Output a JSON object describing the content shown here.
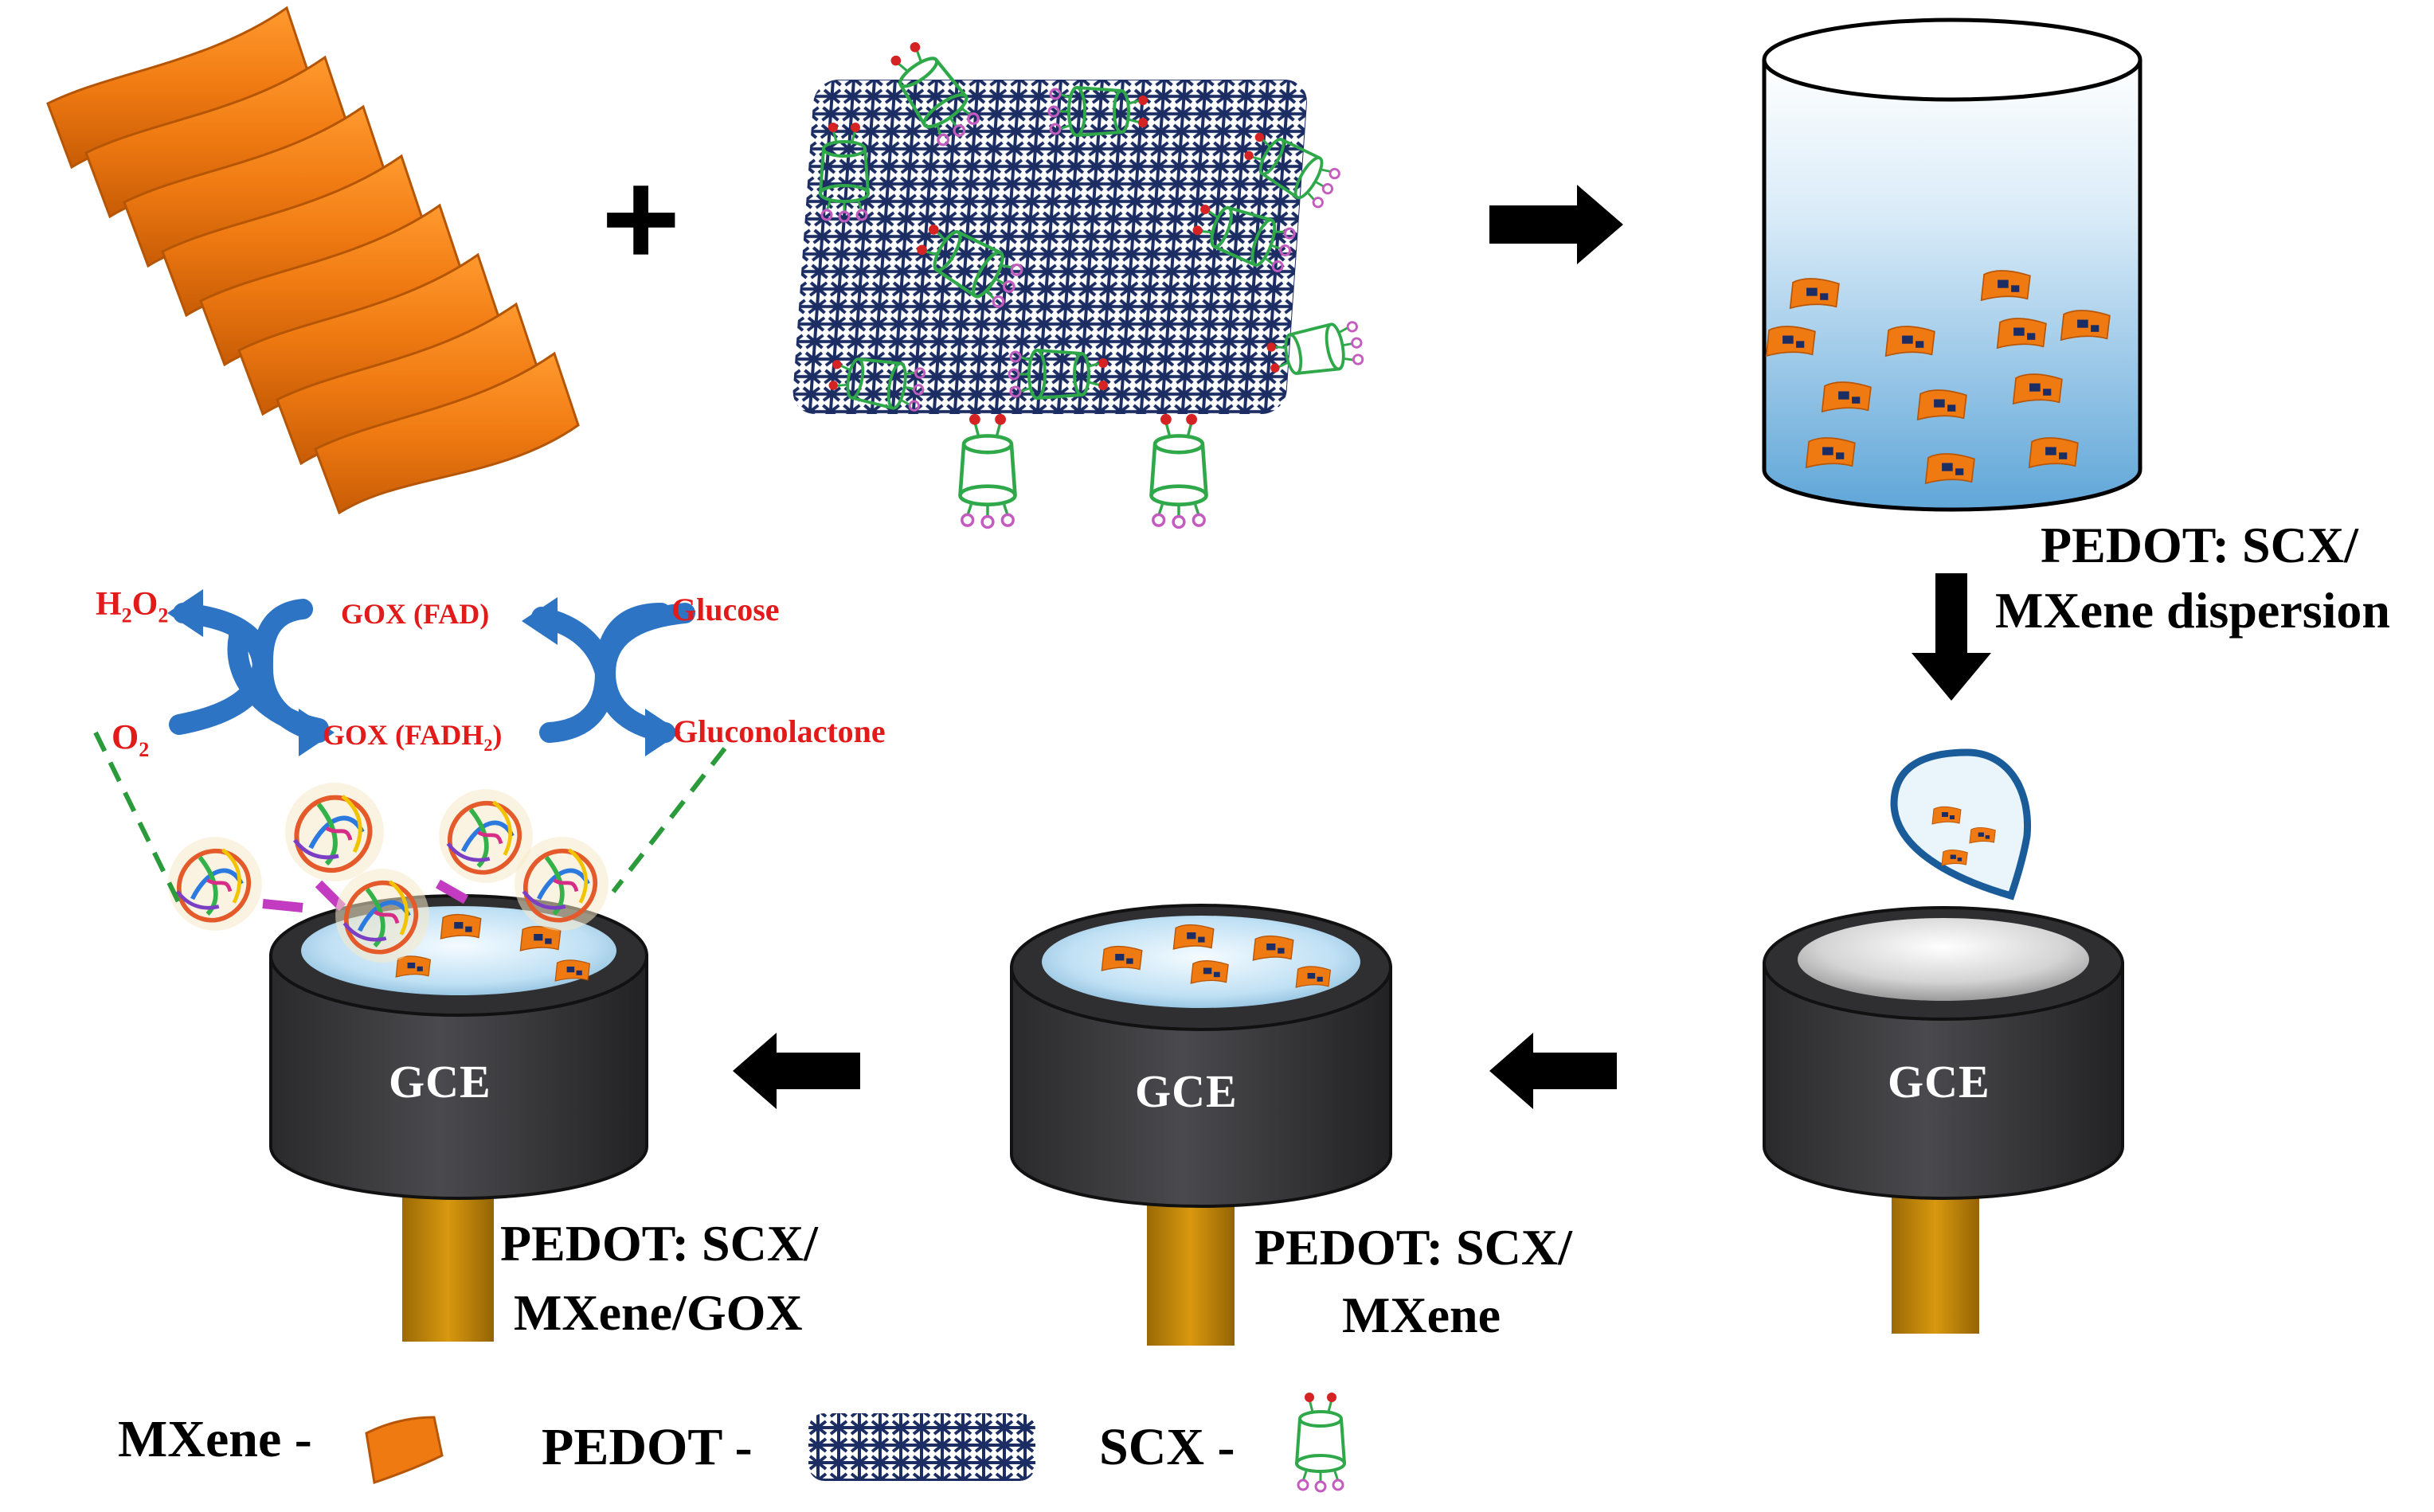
{
  "labels": {
    "plus": "+",
    "dispersion_line1": "PEDOT: SCX/",
    "dispersion_line2": "MXene dispersion",
    "gce": "GCE",
    "electrode_mid_line1": "PEDOT: SCX/",
    "electrode_mid_line2": "MXene",
    "electrode_left_line1": "PEDOT: SCX/",
    "electrode_left_line2": "MXene/GOX"
  },
  "reaction": {
    "h2o2_main": "H",
    "h2o2_sub1": "2",
    "h2o2_mid": "O",
    "h2o2_sub2": "2",
    "o2_main": "O",
    "o2_sub": "2",
    "gox_fad": "GOX (FAD)",
    "gox_fadh2_main": "GOX (FADH",
    "gox_fadh2_sub": "2",
    "gox_fadh2_end": ")",
    "glucose": "Glucose",
    "gluconolactone": "Gluconolactone"
  },
  "legend": {
    "mxene": "MXene -",
    "pedot": "PEDOT -",
    "scx": "SCX -"
  },
  "colors": {
    "mxene_orange": "#f07a12",
    "pedot_navy": "#1c2d63",
    "scx_green": "#2fa84a",
    "electrode_dark": "#3a3a3c",
    "electrode_rod": "#c78b10",
    "reaction_red": "#e21a1a",
    "arrow_blue": "#2d74c4"
  }
}
